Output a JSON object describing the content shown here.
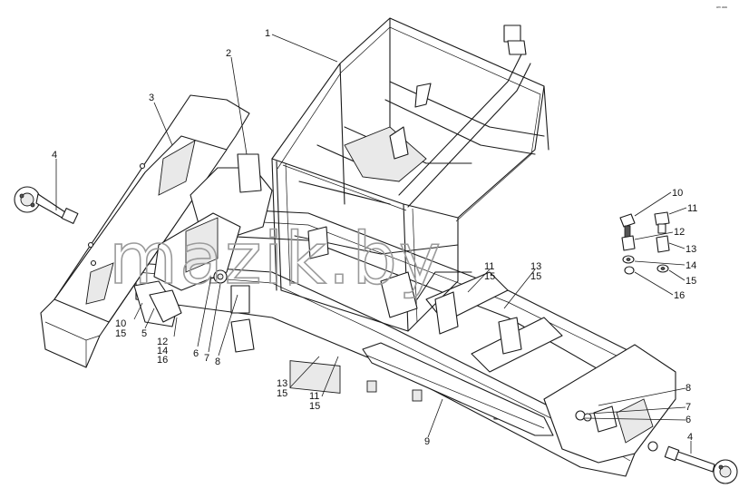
{
  "diagram": {
    "watermark": "mazik.by",
    "corner_mark": "ᵃᵐ ᵃᵃᵃ",
    "callouts": [
      {
        "id": "c1",
        "text": "1"
      },
      {
        "id": "c2",
        "text": "2"
      },
      {
        "id": "c3",
        "text": "3"
      },
      {
        "id": "c4a",
        "text": "4"
      },
      {
        "id": "c4b",
        "text": "4"
      },
      {
        "id": "c5",
        "text": "5"
      },
      {
        "id": "c6a",
        "text": "6"
      },
      {
        "id": "c7a",
        "text": "7"
      },
      {
        "id": "c8a",
        "text": "8"
      },
      {
        "id": "c6b",
        "text": "6"
      },
      {
        "id": "c7b",
        "text": "7"
      },
      {
        "id": "c8b",
        "text": "8"
      },
      {
        "id": "c9",
        "text": "9"
      },
      {
        "id": "c10a",
        "text": "10"
      },
      {
        "id": "c15a",
        "text": "15"
      },
      {
        "id": "c12a",
        "text": "12"
      },
      {
        "id": "c14a",
        "text": "14"
      },
      {
        "id": "c16a",
        "text": "16"
      },
      {
        "id": "c13a",
        "text": "13"
      },
      {
        "id": "c15b",
        "text": "15"
      },
      {
        "id": "c11a",
        "text": "11"
      },
      {
        "id": "c15c",
        "text": "15"
      },
      {
        "id": "c11b",
        "text": "11"
      },
      {
        "id": "c15d",
        "text": "15"
      },
      {
        "id": "c13b",
        "text": "13"
      },
      {
        "id": "c15e",
        "text": "15"
      },
      {
        "id": "c10b",
        "text": "10"
      },
      {
        "id": "c11c",
        "text": "11"
      },
      {
        "id": "c12b",
        "text": "12"
      },
      {
        "id": "c13c",
        "text": "13"
      },
      {
        "id": "c14b",
        "text": "14"
      },
      {
        "id": "c15f",
        "text": "15"
      },
      {
        "id": "c16b",
        "text": "16"
      }
    ]
  }
}
